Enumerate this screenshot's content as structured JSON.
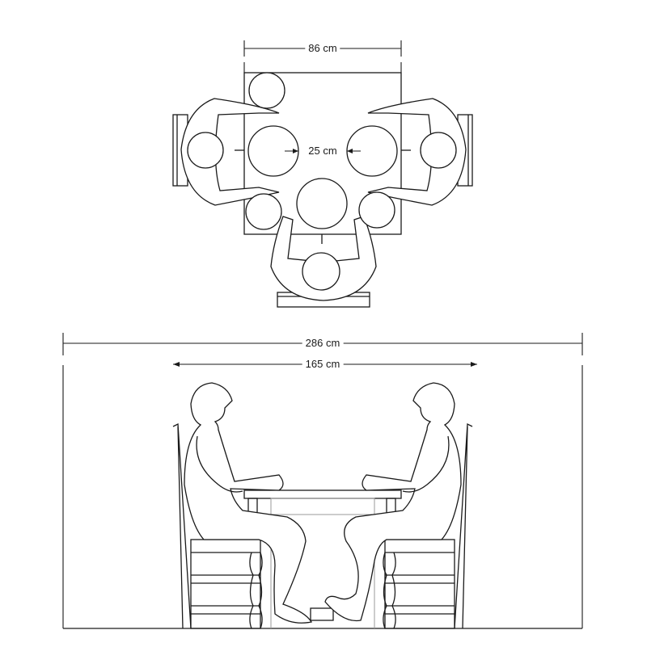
{
  "diagram": {
    "type": "architectural-dimension-drawing",
    "views": [
      "plan",
      "elevation"
    ],
    "plan": {
      "table_width_label": "86 cm",
      "plate_gap_label": "25 cm",
      "seats": 3,
      "place_settings": 3
    },
    "elevation": {
      "overall_width_label": "286 cm",
      "table_clearance_label": "165 cm",
      "seated_figures": 2
    },
    "colors": {
      "line": "#1a1a1a",
      "hidden_line": "#9a9a9a",
      "background": "#ffffff"
    }
  }
}
